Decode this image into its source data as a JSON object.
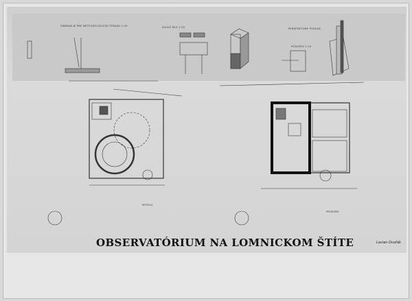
{
  "title": "OBSERVATÓRIUM NA LOMNICKOM ŠTÍTE",
  "signature": "Lavian Dvořák",
  "details": {
    "railing": "ZÁBRADLIE PRE METEOROLOGICKÚ TERASU 1:20",
    "section": "SVISLÝ REZ 1:10",
    "perspective": "PERSPEKTÍVNY POHĽAD",
    "plan_small": "PÔDORYS 1:10"
  },
  "plans": {
    "left_label": "KOPULA",
    "right_label": "PRÍZEMIE"
  }
}
